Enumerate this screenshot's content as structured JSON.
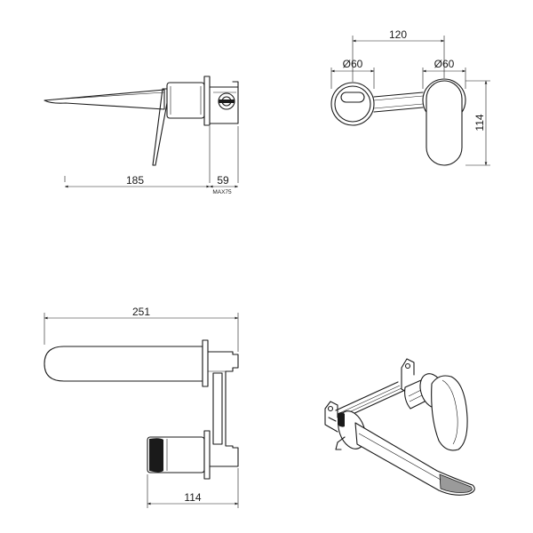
{
  "dimensions": {
    "side_length": "185",
    "side_depth": "59",
    "side_depth_max": "MAX75",
    "front_spacing": "120",
    "front_dia_left": "Ø60",
    "front_dia_right": "Ø60",
    "front_height": "114",
    "top_length": "251",
    "top_width": "114"
  },
  "colors": {
    "line": "#1a1a1a",
    "background": "#ffffff"
  }
}
